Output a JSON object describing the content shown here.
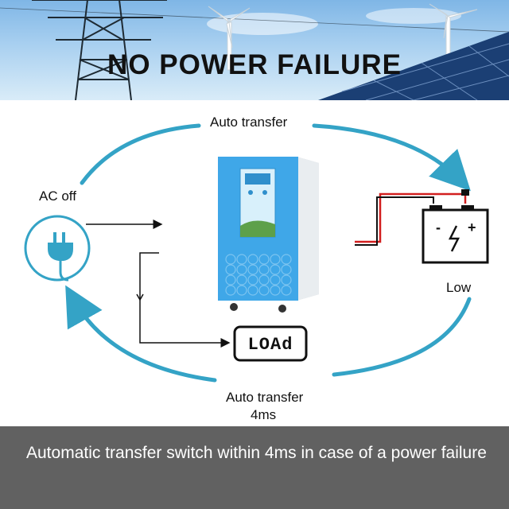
{
  "header": {
    "title": "NO POWER FAILURE"
  },
  "diagram": {
    "top_label": "Auto transfer",
    "ac_label": "AC off",
    "battery_label": "Low",
    "load_label": "LOAd",
    "bottom_label_line1": "Auto transfer",
    "bottom_label_line2": "4ms",
    "colors": {
      "arrow": "#34a3c6",
      "inverter": "#3fa7e8",
      "wire_red": "#d21f1f"
    }
  },
  "footer": {
    "text": "Automatic transfer switch within 4ms in case of a power failure"
  }
}
